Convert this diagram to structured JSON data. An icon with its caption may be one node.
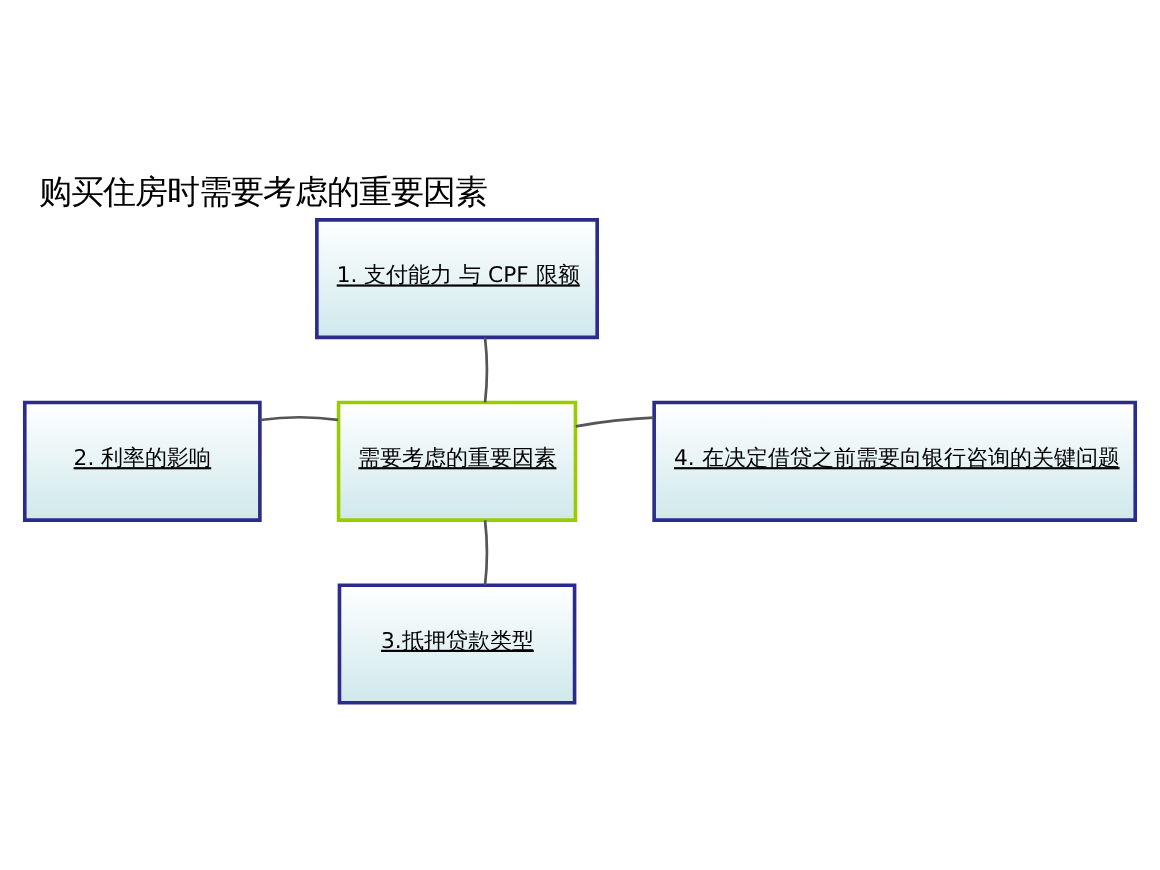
{
  "diagram": {
    "title": "购买住房时需要考虑的重要因素",
    "nodes": [
      {
        "text": [
          "1. 支付能力 与 CPF 限额"
        ]
      },
      {
        "text": [
          "2. 利率的影响"
        ]
      },
      {
        "text": [
          "需要考虑的重要因素"
        ]
      },
      {
        "text": [
          "4. 在决定借贷之前需要向银行咨询的关键问题"
        ]
      },
      {
        "text": [
          "3.抵押贷款类型"
        ]
      }
    ],
    "edges": [
      {
        "from": 2,
        "to": 0,
        "arrow": "none"
      },
      {
        "from": 2,
        "to": 1,
        "arrow": "none"
      },
      {
        "from": 2,
        "to": 3,
        "arrow": "none"
      },
      {
        "from": 2,
        "to": 4,
        "arrow": "none"
      }
    ]
  }
}
